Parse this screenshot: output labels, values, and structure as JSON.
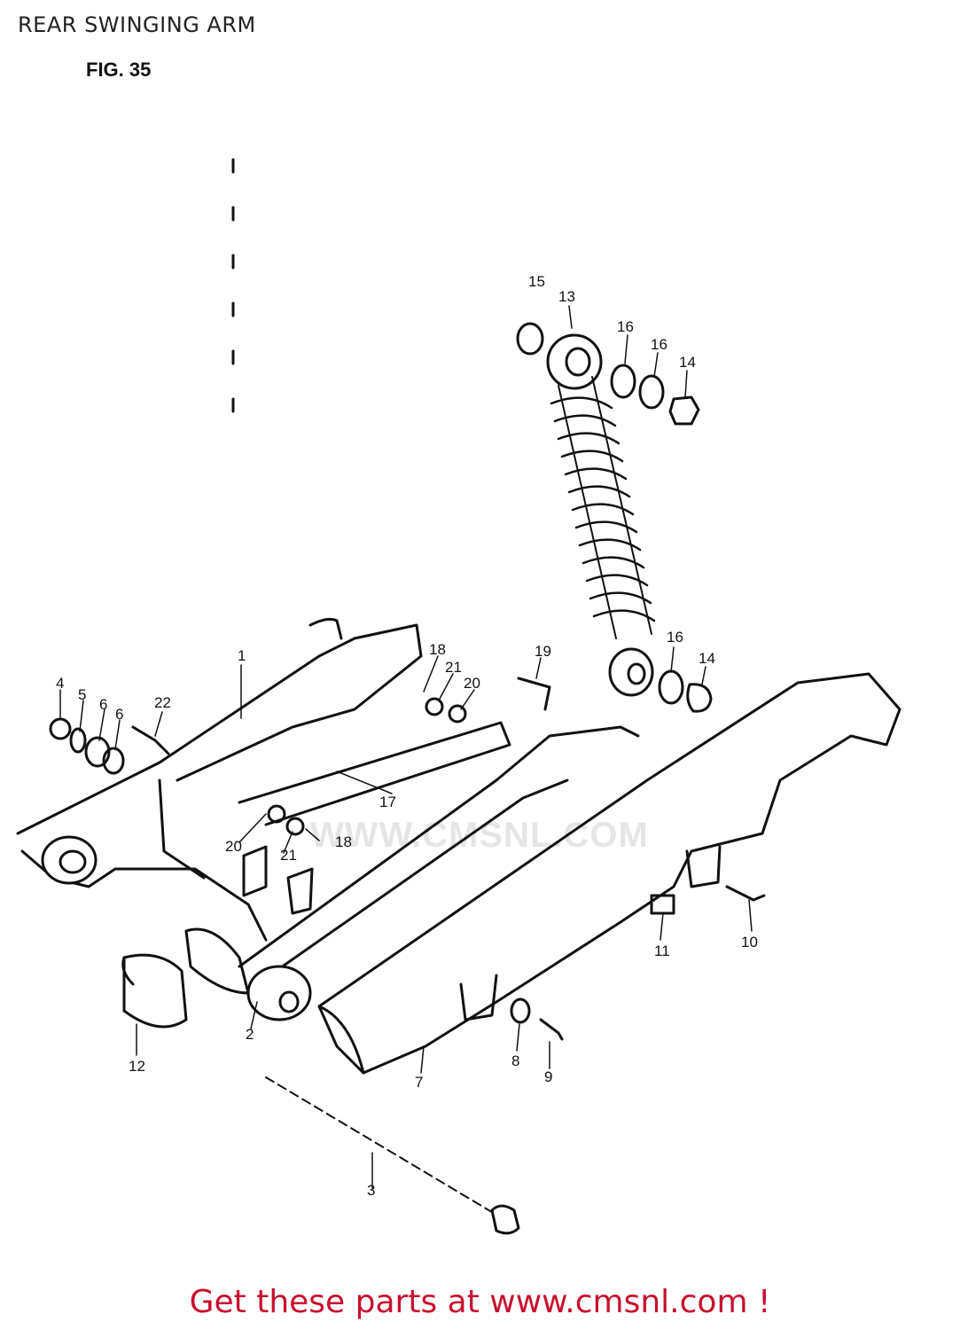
{
  "header": {
    "title": "REAR SWINGING ARM",
    "figure": "FIG. 35"
  },
  "watermark": {
    "text": "WWW.CMSNL.COM"
  },
  "footer": {
    "text": "Get these parts at www.cmsnl.com !"
  },
  "callouts": [
    {
      "id": "c15a",
      "label": "15"
    },
    {
      "id": "c13",
      "label": "13"
    },
    {
      "id": "c16a",
      "label": "16"
    },
    {
      "id": "c16b",
      "label": "16"
    },
    {
      "id": "c14a",
      "label": "14"
    },
    {
      "id": "c16c",
      "label": "16"
    },
    {
      "id": "c14b",
      "label": "14"
    },
    {
      "id": "c18a",
      "label": "18"
    },
    {
      "id": "c21a",
      "label": "21"
    },
    {
      "id": "c20a",
      "label": "20"
    },
    {
      "id": "c19",
      "label": "19"
    },
    {
      "id": "c4",
      "label": "4"
    },
    {
      "id": "c5",
      "label": "5"
    },
    {
      "id": "c6a",
      "label": "6"
    },
    {
      "id": "c6b",
      "label": "6"
    },
    {
      "id": "c22",
      "label": "22"
    },
    {
      "id": "c1",
      "label": "1"
    },
    {
      "id": "c17",
      "label": "17"
    },
    {
      "id": "c20b",
      "label": "20"
    },
    {
      "id": "c21b",
      "label": "21"
    },
    {
      "id": "c18b",
      "label": "18"
    },
    {
      "id": "c11",
      "label": "11"
    },
    {
      "id": "c10",
      "label": "10"
    },
    {
      "id": "c12",
      "label": "12"
    },
    {
      "id": "c2",
      "label": "2"
    },
    {
      "id": "c7",
      "label": "7"
    },
    {
      "id": "c8",
      "label": "8"
    },
    {
      "id": "c9",
      "label": "9"
    },
    {
      "id": "c3",
      "label": "3"
    }
  ]
}
